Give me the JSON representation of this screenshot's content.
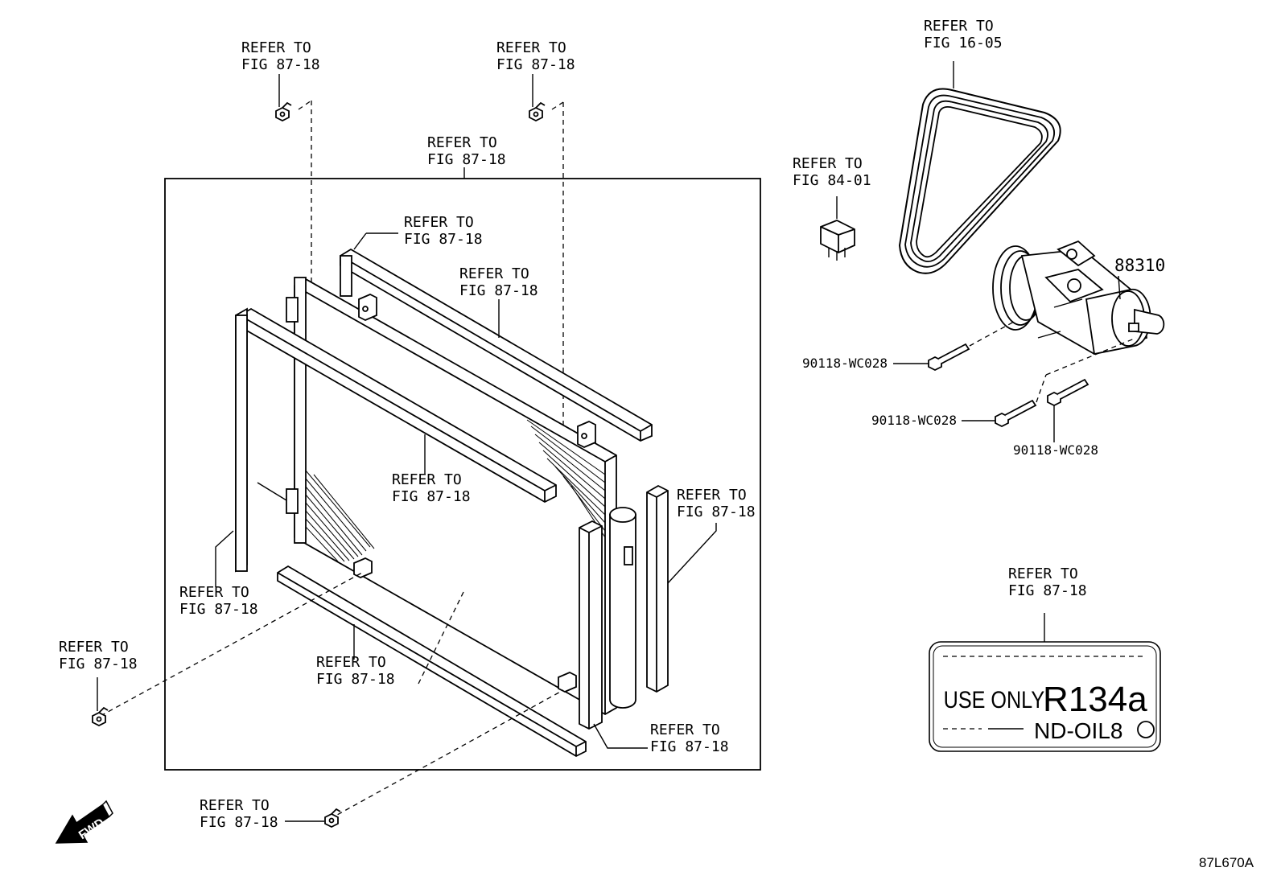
{
  "labels": {
    "ref_top_left": [
      "REFER TO",
      "FIG 87-18"
    ],
    "ref_top_mid": [
      "REFER TO",
      "FIG 87-18"
    ],
    "ref_box_top": [
      "REFER TO",
      "FIG 87-18"
    ],
    "ref_upper_bracket": [
      "REFER TO",
      "FIG 87-18"
    ],
    "ref_upper_bar": [
      "REFER TO",
      "FIG 87-18"
    ],
    "ref_mid_bar": [
      "REFER TO",
      "FIG 87-18"
    ],
    "ref_right_side": [
      "REFER TO",
      "FIG 87-18"
    ],
    "ref_left_side": [
      "REFER TO",
      "FIG 87-18"
    ],
    "ref_outside_left": [
      "REFER TO",
      "FIG 87-18"
    ],
    "ref_lower_bar": [
      "REFER TO",
      "FIG 87-18"
    ],
    "ref_lower_right": [
      "REFER TO",
      "FIG 87-18"
    ],
    "ref_bottom_bolt": [
      "REFER TO",
      "FIG 87-18"
    ],
    "ref_belt": [
      "REFER TO",
      "FIG 16-05"
    ],
    "ref_relay": [
      "REFER TO",
      "FIG 84-01"
    ],
    "ref_sticker": [
      "REFER TO",
      "FIG 87-18"
    ]
  },
  "parts": {
    "compressor": "88310",
    "bolt_1": "90118-WC028",
    "bolt_2": "90118-WC028",
    "bolt_3": "90118-WC028"
  },
  "sticker": {
    "use_only": "USE ONLY",
    "refrigerant": "R134a",
    "oil": "ND-OIL8"
  },
  "fwd_label": "FWD",
  "figure_code": "87L670A"
}
